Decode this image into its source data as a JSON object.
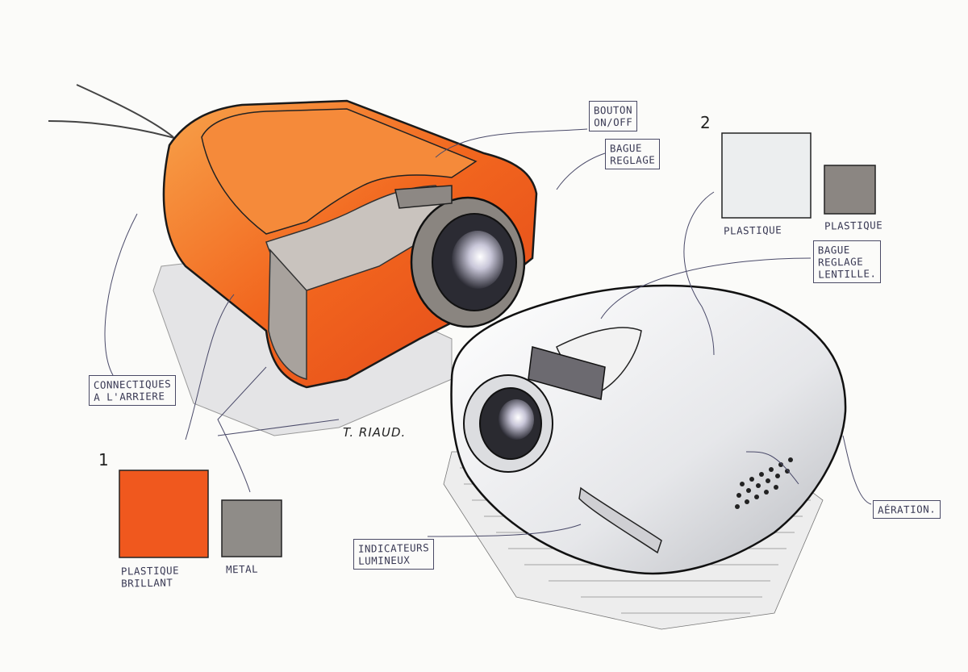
{
  "labels": {
    "bouton": "BOUTON\nON/OFF",
    "bague_reglage": "BAGUE\nREGLAGE",
    "bague_lentille": "BAGUE\nREGLAGE\nLENTILLE.",
    "connectiques": "CONNECTIQUES\nA L'ARRIERE",
    "indicateurs": "INDICATEURS\nLUMINEUX",
    "aeration": "AÉRATION.",
    "signature": "T. RIAUD."
  },
  "palette1": {
    "number": "1",
    "swatch1": {
      "label": "PLASTIQUE\nBRILLANT",
      "color": "#f0581e"
    },
    "swatch2": {
      "label": "METAL",
      "color": "#8f8c88"
    }
  },
  "palette2": {
    "number": "2",
    "swatch1": {
      "label": "PLASTIQUE",
      "color": "#eceeef"
    },
    "swatch2": {
      "label": "PLASTIQUE",
      "color": "#8b8682"
    }
  }
}
